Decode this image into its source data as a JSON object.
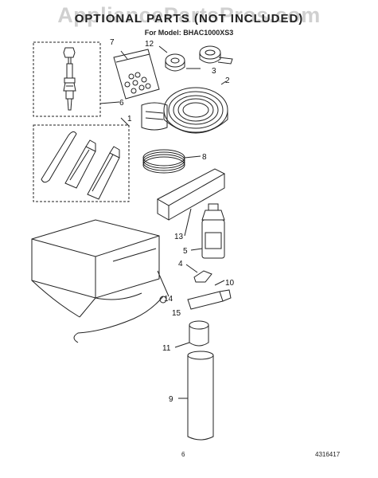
{
  "watermark": "AppliancePartsPros.com",
  "title": "OPTIONAL PARTS (NOT INCLUDED)",
  "model_line": "For Model: BHAC1000XS3",
  "page_number": "6",
  "doc_number": "4316417",
  "callouts": {
    "c1": "1",
    "c2": "2",
    "c3": "3",
    "c4": "4",
    "c5": "5",
    "c6": "6",
    "c7": "7",
    "c8": "8",
    "c9": "9",
    "c10": "10",
    "c11": "11",
    "c12": "12",
    "c13": "13",
    "c14": "14",
    "c15": "15"
  }
}
